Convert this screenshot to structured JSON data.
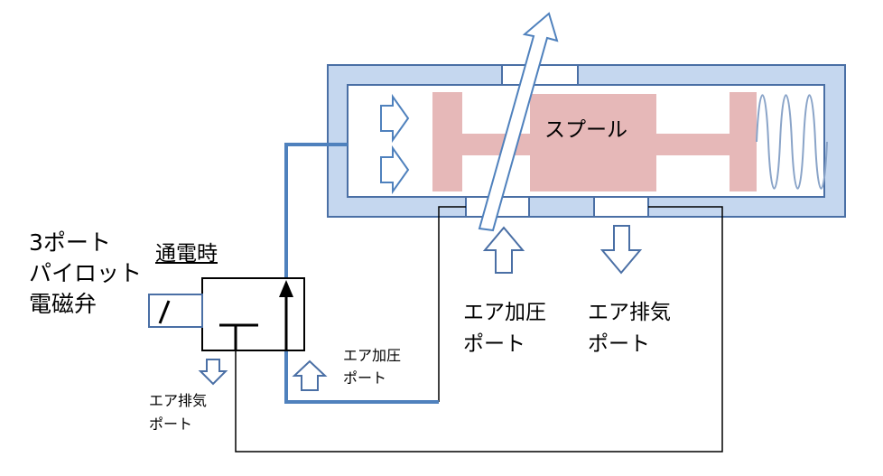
{
  "valve": {
    "line1": "3ポート",
    "line2": "パイロット",
    "line3": "電磁弁",
    "state": "通電時"
  },
  "spool_label": "スプール",
  "ports": {
    "air_supply_line1": "エア加圧",
    "air_supply_line2": "ポート",
    "air_exhaust_line1": "エア排気",
    "air_exhaust_line2": "ポート",
    "pilot_supply_line1": "エア加圧",
    "pilot_supply_line2": "ポート",
    "pilot_exhaust_line1": "エア排気",
    "pilot_exhaust_line2": "ポート"
  },
  "colors": {
    "housing_fill": "#c5d7ef",
    "housing_stroke": "#4a6fa5",
    "spool": "#e6b8b8",
    "pilot_line": "#4f81bd",
    "spring": "#8aa4c8"
  }
}
